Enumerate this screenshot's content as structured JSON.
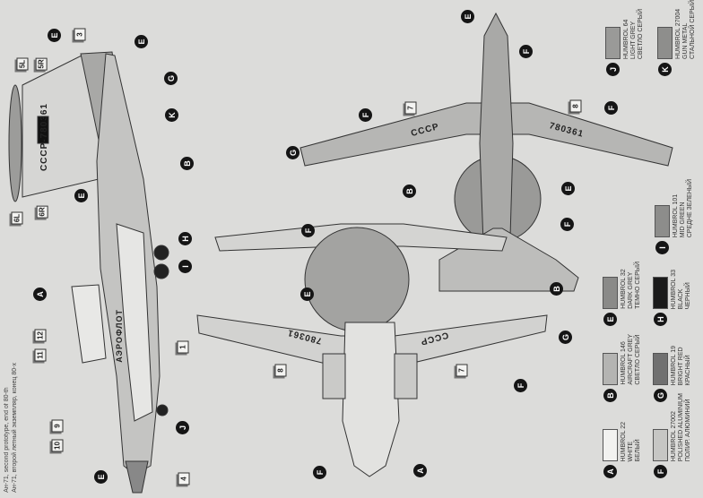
{
  "caption": {
    "line1": "Ан-71, second prototype, end of 80-th",
    "line2": "Ан-71, второй летный экземпляр, конец 80-х"
  },
  "markings": {
    "registration_side": "СССР-780361",
    "aeroflot": "АЭРОФЛОТ",
    "wing_top_left": "СССР",
    "wing_top_right": "780361",
    "wing_bottom_left": "780361",
    "wing_bottom_right": "СССР"
  },
  "callouts": {
    "side": [
      "E",
      "E",
      "G",
      "K",
      "B",
      "E",
      "H",
      "I",
      "A",
      "J",
      "E"
    ],
    "top": [
      "E",
      "F",
      "F",
      "F",
      "G",
      "B",
      "E",
      "F",
      "B"
    ],
    "bottom": [
      "F",
      "E",
      "G",
      "F",
      "F",
      "A"
    ]
  },
  "decals": {
    "side": [
      "3",
      "5L",
      "5R",
      "6L",
      "6R",
      "11",
      "12",
      "10",
      "9",
      "1",
      "4"
    ],
    "top": [
      "7",
      "8"
    ],
    "bottom": [
      "8",
      "7"
    ]
  },
  "legend": [
    {
      "code": "J",
      "line1": "HUMBROL 64",
      "line2": "LIGHT GREY",
      "line3": "СВЕТЛО СЕРЫЙ",
      "color": "#9a9a98"
    },
    {
      "code": "K",
      "line1": "HUMBROL 27004",
      "line2": "GUN METAL",
      "line3": "СТАЛЬНОЙ СЕРЫЙ",
      "color": "#8e8e8c"
    },
    {
      "code": "I",
      "line1": "HUMBROL 101",
      "line2": "MID GREEN",
      "line3": "СРЕДНЕ ЗЕЛЕНЫЙ",
      "color": "#8d8d8b"
    },
    {
      "code": "E",
      "line1": "HUMBROL 32",
      "line2": "DARK GREY",
      "line3": "ТЕМНО СЕРЫЙ",
      "color": "#8a8a88"
    },
    {
      "code": "H",
      "line1": "HUMBROL 33",
      "line2": "BLACK",
      "line3": "ЧЕРНЫЙ",
      "color": "#1a1a1a"
    },
    {
      "code": "B",
      "line1": "HUMBROL 146",
      "line2": "AIRCRAFT GREY",
      "line3": "СВЕТЛО СЕРЫЙ",
      "color": "#b4b4b2"
    },
    {
      "code": "G",
      "line1": "HUMBROL 19",
      "line2": "BRIGHT RED",
      "line3": "КРАСНЫЙ",
      "color": "#707070"
    },
    {
      "code": "A",
      "line1": "HUMBROL 22",
      "line2": "WHITE",
      "line3": "БЕЛЫЙ",
      "color": "#f2f2f0"
    },
    {
      "code": "F",
      "line1": "HUMBROL 27002",
      "line2": "POLISHED ALUMINIUM",
      "line3": "ПОЛИР. АЛЮМИНИЙ",
      "color": "#c6c6c4"
    }
  ]
}
